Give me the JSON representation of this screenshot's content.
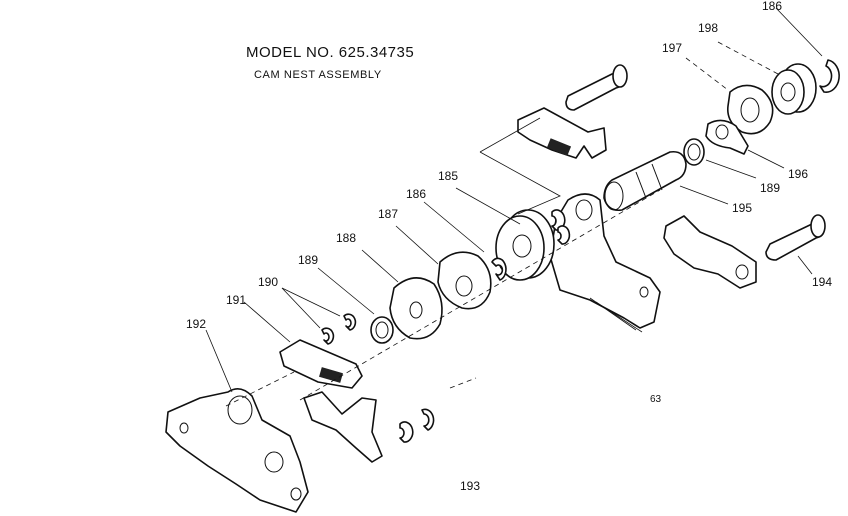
{
  "title": {
    "model": "MODEL NO. 625.34735",
    "subtitle": "CAM NEST ASSEMBLY"
  },
  "callouts": {
    "p186a": "186",
    "p198": "198",
    "p197": "197",
    "p196": "196",
    "p189a": "189",
    "p195": "195",
    "p194": "194",
    "p185": "185",
    "p186b": "186",
    "p187": "187",
    "p188": "188",
    "p189b": "189",
    "p190": "190",
    "p191": "191",
    "p192": "192",
    "p193": "193"
  },
  "page_code": "63"
}
